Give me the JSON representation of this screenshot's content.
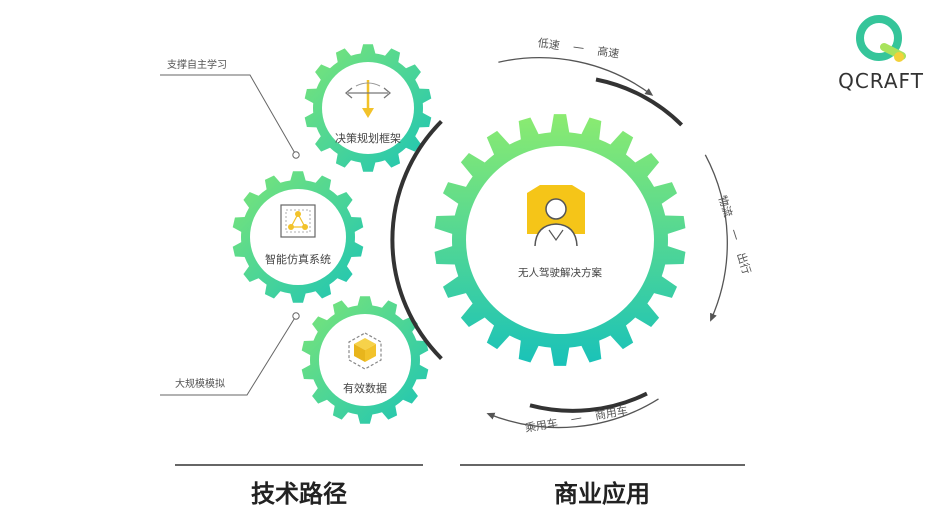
{
  "brand": {
    "logo_text": "QCRAFT",
    "colors": [
      "#35c59a",
      "#a8e35c",
      "#f2d13a"
    ]
  },
  "tech_path": {
    "title": "技术路径",
    "gears": [
      {
        "label": "决策规划框架",
        "icon": "decision-arrows-icon"
      },
      {
        "label": "智能仿真系统",
        "icon": "simulation-network-icon"
      },
      {
        "label": "有效数据",
        "icon": "data-cube-icon"
      }
    ],
    "callouts": [
      {
        "label": "支撑自主学习"
      },
      {
        "label": "大规模模拟"
      }
    ]
  },
  "business": {
    "title": "商业应用",
    "center_label": "无人驾驶解决方案",
    "center_icon": "driver-person-icon",
    "arcs": [
      {
        "from": "低速",
        "sep": "一",
        "to": "高速"
      },
      {
        "from": "物流",
        "sep": "一",
        "to": "出行"
      },
      {
        "from": "乘用车",
        "sep": "一",
        "to": "商用车"
      }
    ]
  },
  "colors": {
    "gear_top": "#88ea72",
    "gear_bottom": "#19c3b9",
    "accent_yellow": "#f5c518",
    "line": "#555555"
  }
}
